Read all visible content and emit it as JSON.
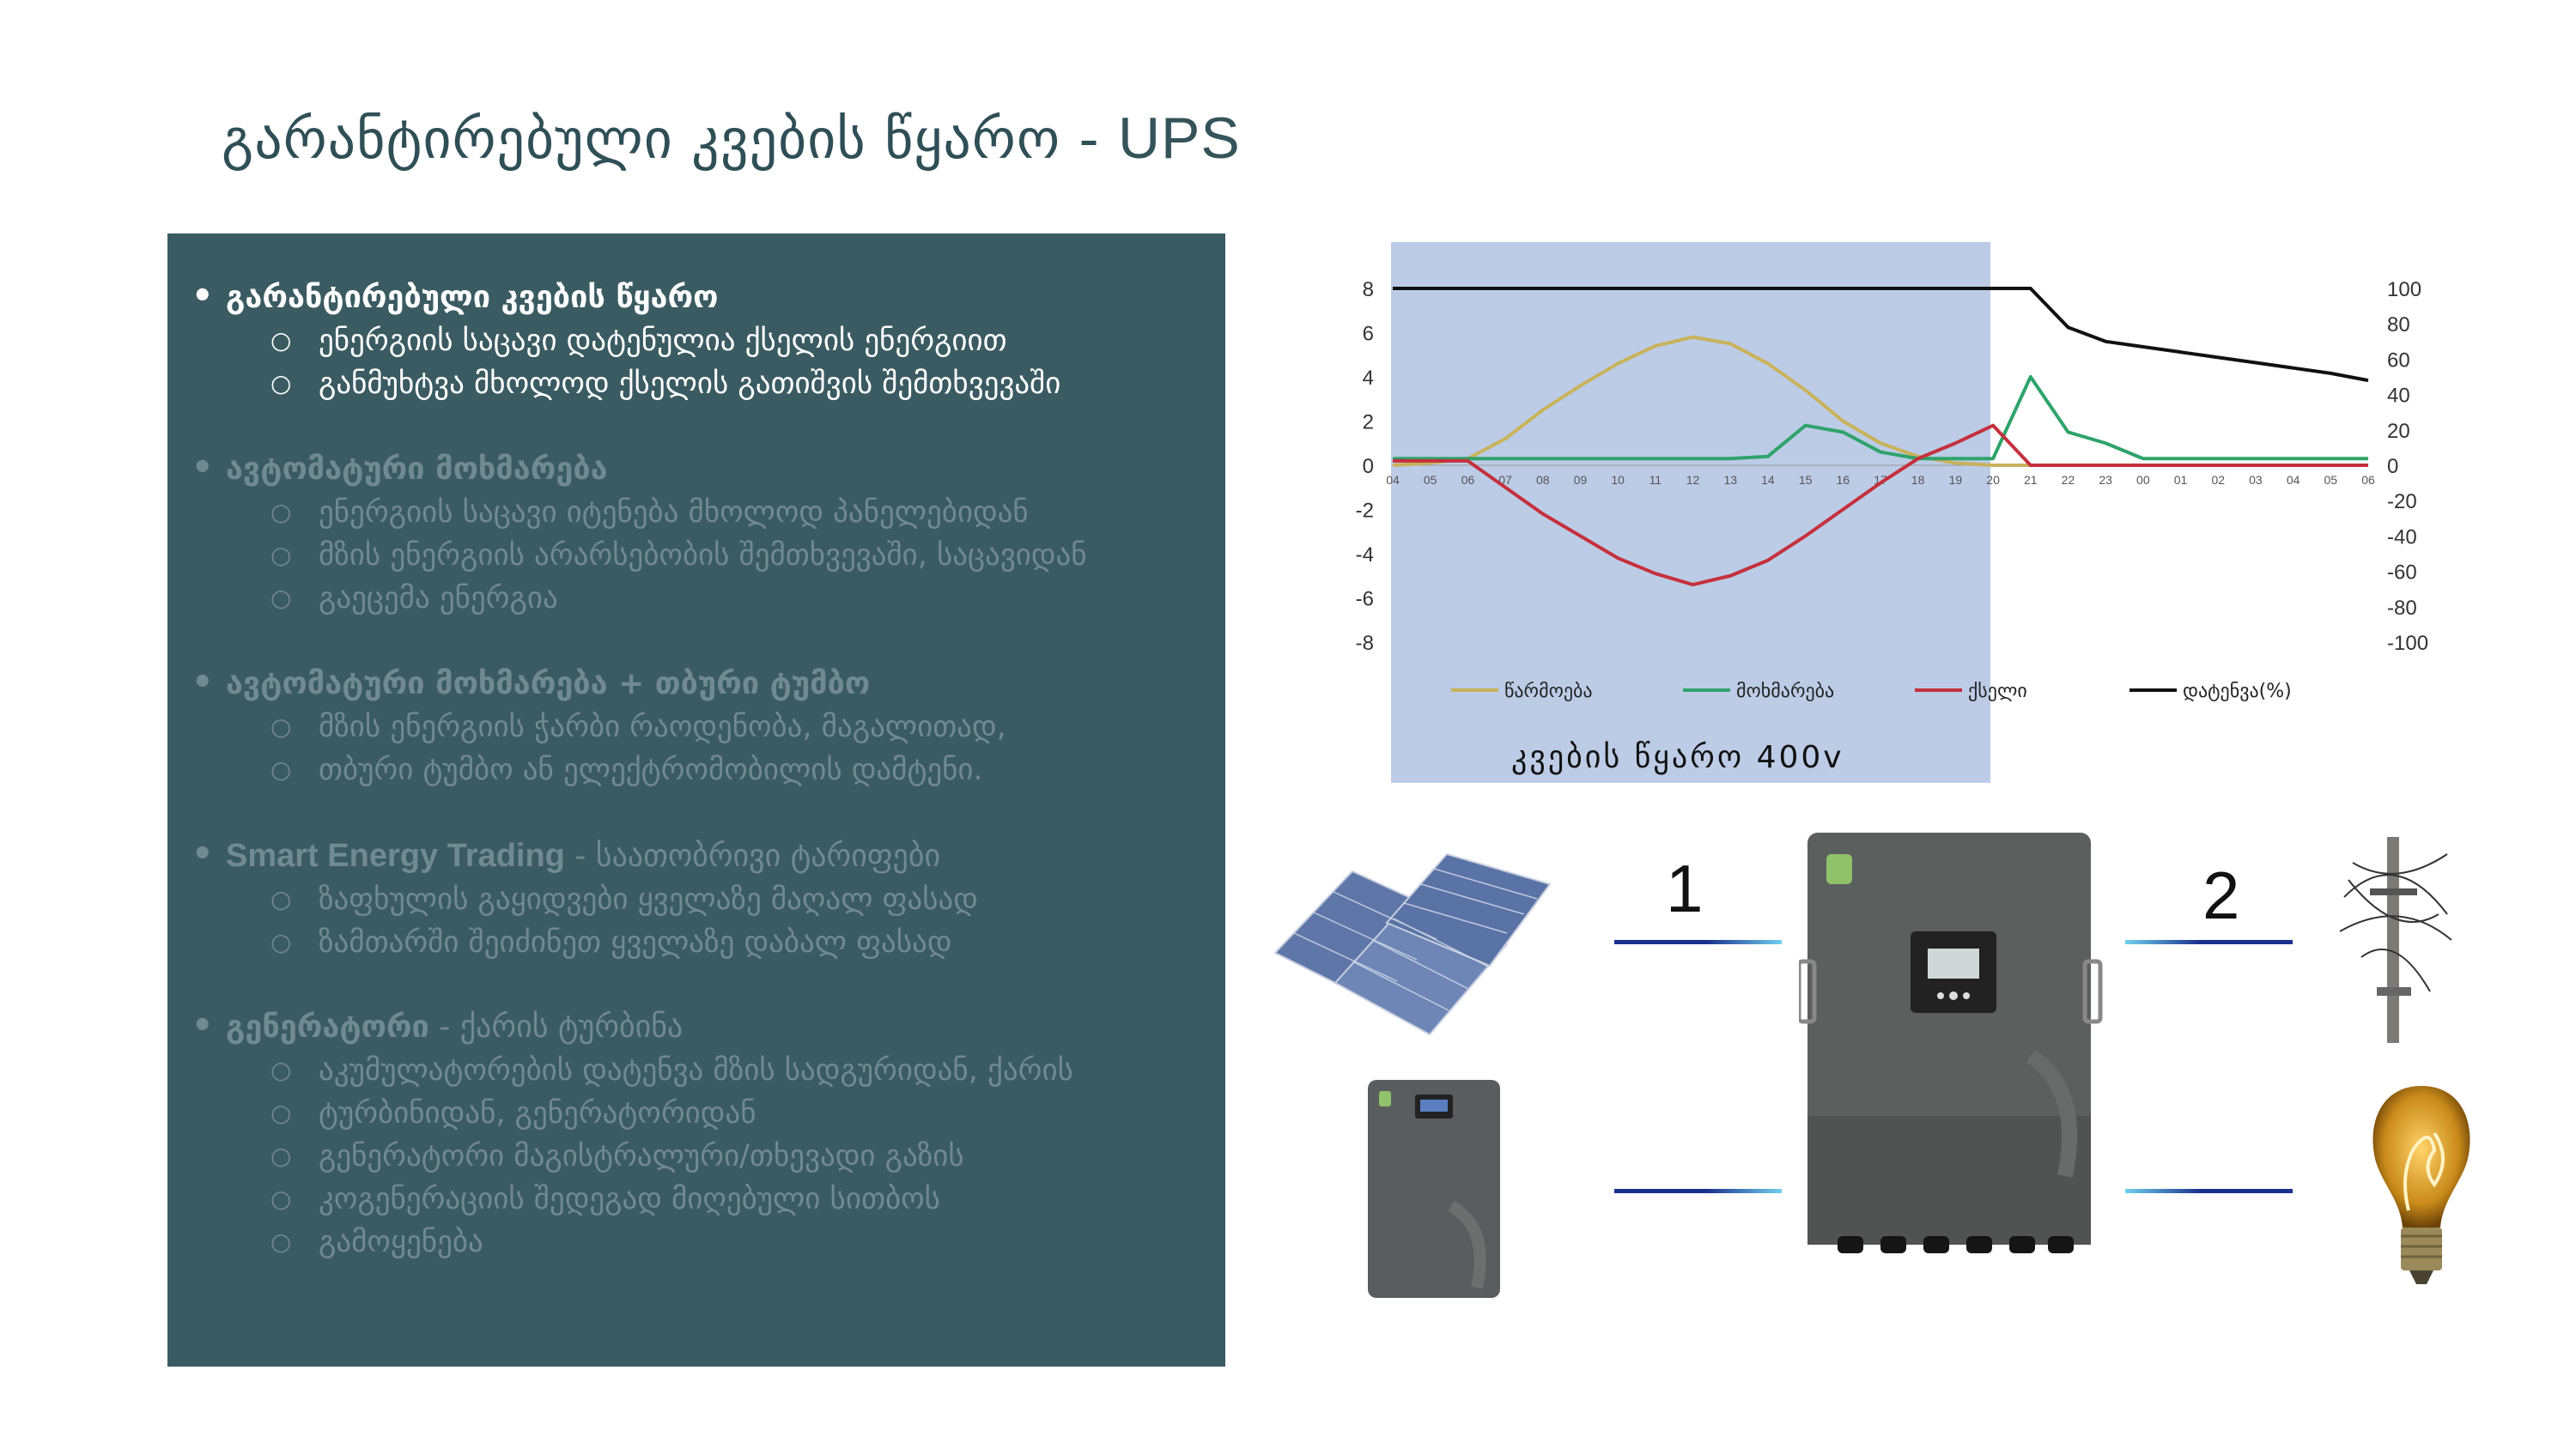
{
  "title": {
    "main": "გარანტირებული კვების წყარო - ",
    "accent": "UPS"
  },
  "sections": [
    {
      "heading": "გარანტირებული კვების წყარო",
      "heading_rest": "",
      "items": [
        "ენერგიის საცავი დატენულია ქსელის ენერგიით",
        "განმუხტვა მხოლოდ ქსელის გათიშვის შემთხვევაში"
      ]
    },
    {
      "heading": "ავტომატური მოხმარება",
      "heading_rest": "",
      "items": [
        "ენერგიის საცავი იტენება მხოლოდ პანელებიდან",
        "მზის ენერგიის არარსებობის შემთხვევაში, საცავიდან",
        "გაეცემა ენერგია"
      ]
    },
    {
      "heading": "ავტომატური მოხმარება + თბური ტუმბო",
      "heading_rest": "",
      "items": [
        "მზის ენერგიის ჭარბი რაოდენობა, მაგალითად,",
        "თბური ტუმბო ან ელექტრომობილის დამტენი."
      ]
    },
    {
      "heading": "Smart Energy Trading",
      "heading_rest": " - საათობრივი ტარიფები",
      "items": [
        "ზაფხულის გაყიდვები ყველაზე მაღალ ფასად",
        "ზამთარში შეიძინეთ ყველაზე დაბალ ფასად"
      ]
    },
    {
      "heading": "გენერატორი",
      "heading_rest": " - ქარის ტურბინა",
      "items": [
        "აკუმულატორების დატენვა მზის სადგურიდან, ქარის",
        "ტურბინიდან, გენერატორიდან",
        "გენერატორი მაგისტრალური/თხევადი გაზის",
        "კოგენერაციის შედეგად მიღებული სითბოს",
        "გამოყენება"
      ]
    }
  ],
  "chart_data": {
    "type": "line",
    "caption": "კვების წყარო 400v",
    "x": [
      "04",
      "05",
      "06",
      "07",
      "08",
      "09",
      "10",
      "11",
      "12",
      "13",
      "14",
      "15",
      "16",
      "17",
      "18",
      "19",
      "20",
      "21",
      "22",
      "23",
      "00",
      "01",
      "02",
      "03",
      "04",
      "05",
      "06"
    ],
    "y_left_ticks": [
      "8",
      "6",
      "4",
      "2",
      "0",
      "-2",
      "-4",
      "-6",
      "-8"
    ],
    "y_right_ticks": [
      "100",
      "80",
      "60",
      "40",
      "20",
      "0",
      "-20",
      "-40",
      "-60",
      "-80",
      "-100"
    ],
    "ylim_left": [
      -8,
      8
    ],
    "ylim_right": [
      -100,
      100
    ],
    "legend_position": "bottom",
    "series": [
      {
        "name": "წარმოება",
        "color": "#c9b25a",
        "axis": "left",
        "values": [
          0,
          0.1,
          0.3,
          1.2,
          2.5,
          3.6,
          4.6,
          5.4,
          5.8,
          5.5,
          4.6,
          3.4,
          2.0,
          1.0,
          0.4,
          0.1,
          0,
          0,
          0,
          0,
          0,
          0,
          0,
          0,
          0,
          0,
          0
        ]
      },
      {
        "name": "მოხმარება",
        "color": "#2fa36b",
        "axis": "left",
        "values": [
          0.3,
          0.3,
          0.3,
          0.3,
          0.3,
          0.3,
          0.3,
          0.3,
          0.3,
          0.3,
          0.4,
          1.8,
          1.5,
          0.6,
          0.3,
          0.3,
          0.3,
          4.0,
          1.5,
          1.0,
          0.3,
          0.3,
          0.3,
          0.3,
          0.3,
          0.3,
          0.3
        ]
      },
      {
        "name": "ქსელი",
        "color": "#c5303c",
        "axis": "left",
        "values": [
          0.2,
          0.2,
          0.2,
          -1.0,
          -2.2,
          -3.2,
          -4.2,
          -4.9,
          -5.4,
          -5.0,
          -4.3,
          -3.2,
          -2.0,
          -0.8,
          0.3,
          1.0,
          1.8,
          0,
          0,
          0,
          0,
          0,
          0,
          0,
          0,
          0,
          0
        ]
      },
      {
        "name": "დატენვა(%)",
        "color": "#111111",
        "axis": "right",
        "values": [
          100,
          100,
          100,
          100,
          100,
          100,
          100,
          100,
          100,
          100,
          100,
          100,
          100,
          100,
          100,
          100,
          100,
          100,
          78,
          70,
          67,
          64,
          61,
          58,
          55,
          52,
          48
        ]
      }
    ]
  },
  "diagram": {
    "label_1": "1",
    "label_2": "2"
  },
  "icons": [
    "solar-panels-image",
    "battery-unit-image",
    "inverter-image",
    "power-pole-image",
    "light-bulb-image"
  ]
}
